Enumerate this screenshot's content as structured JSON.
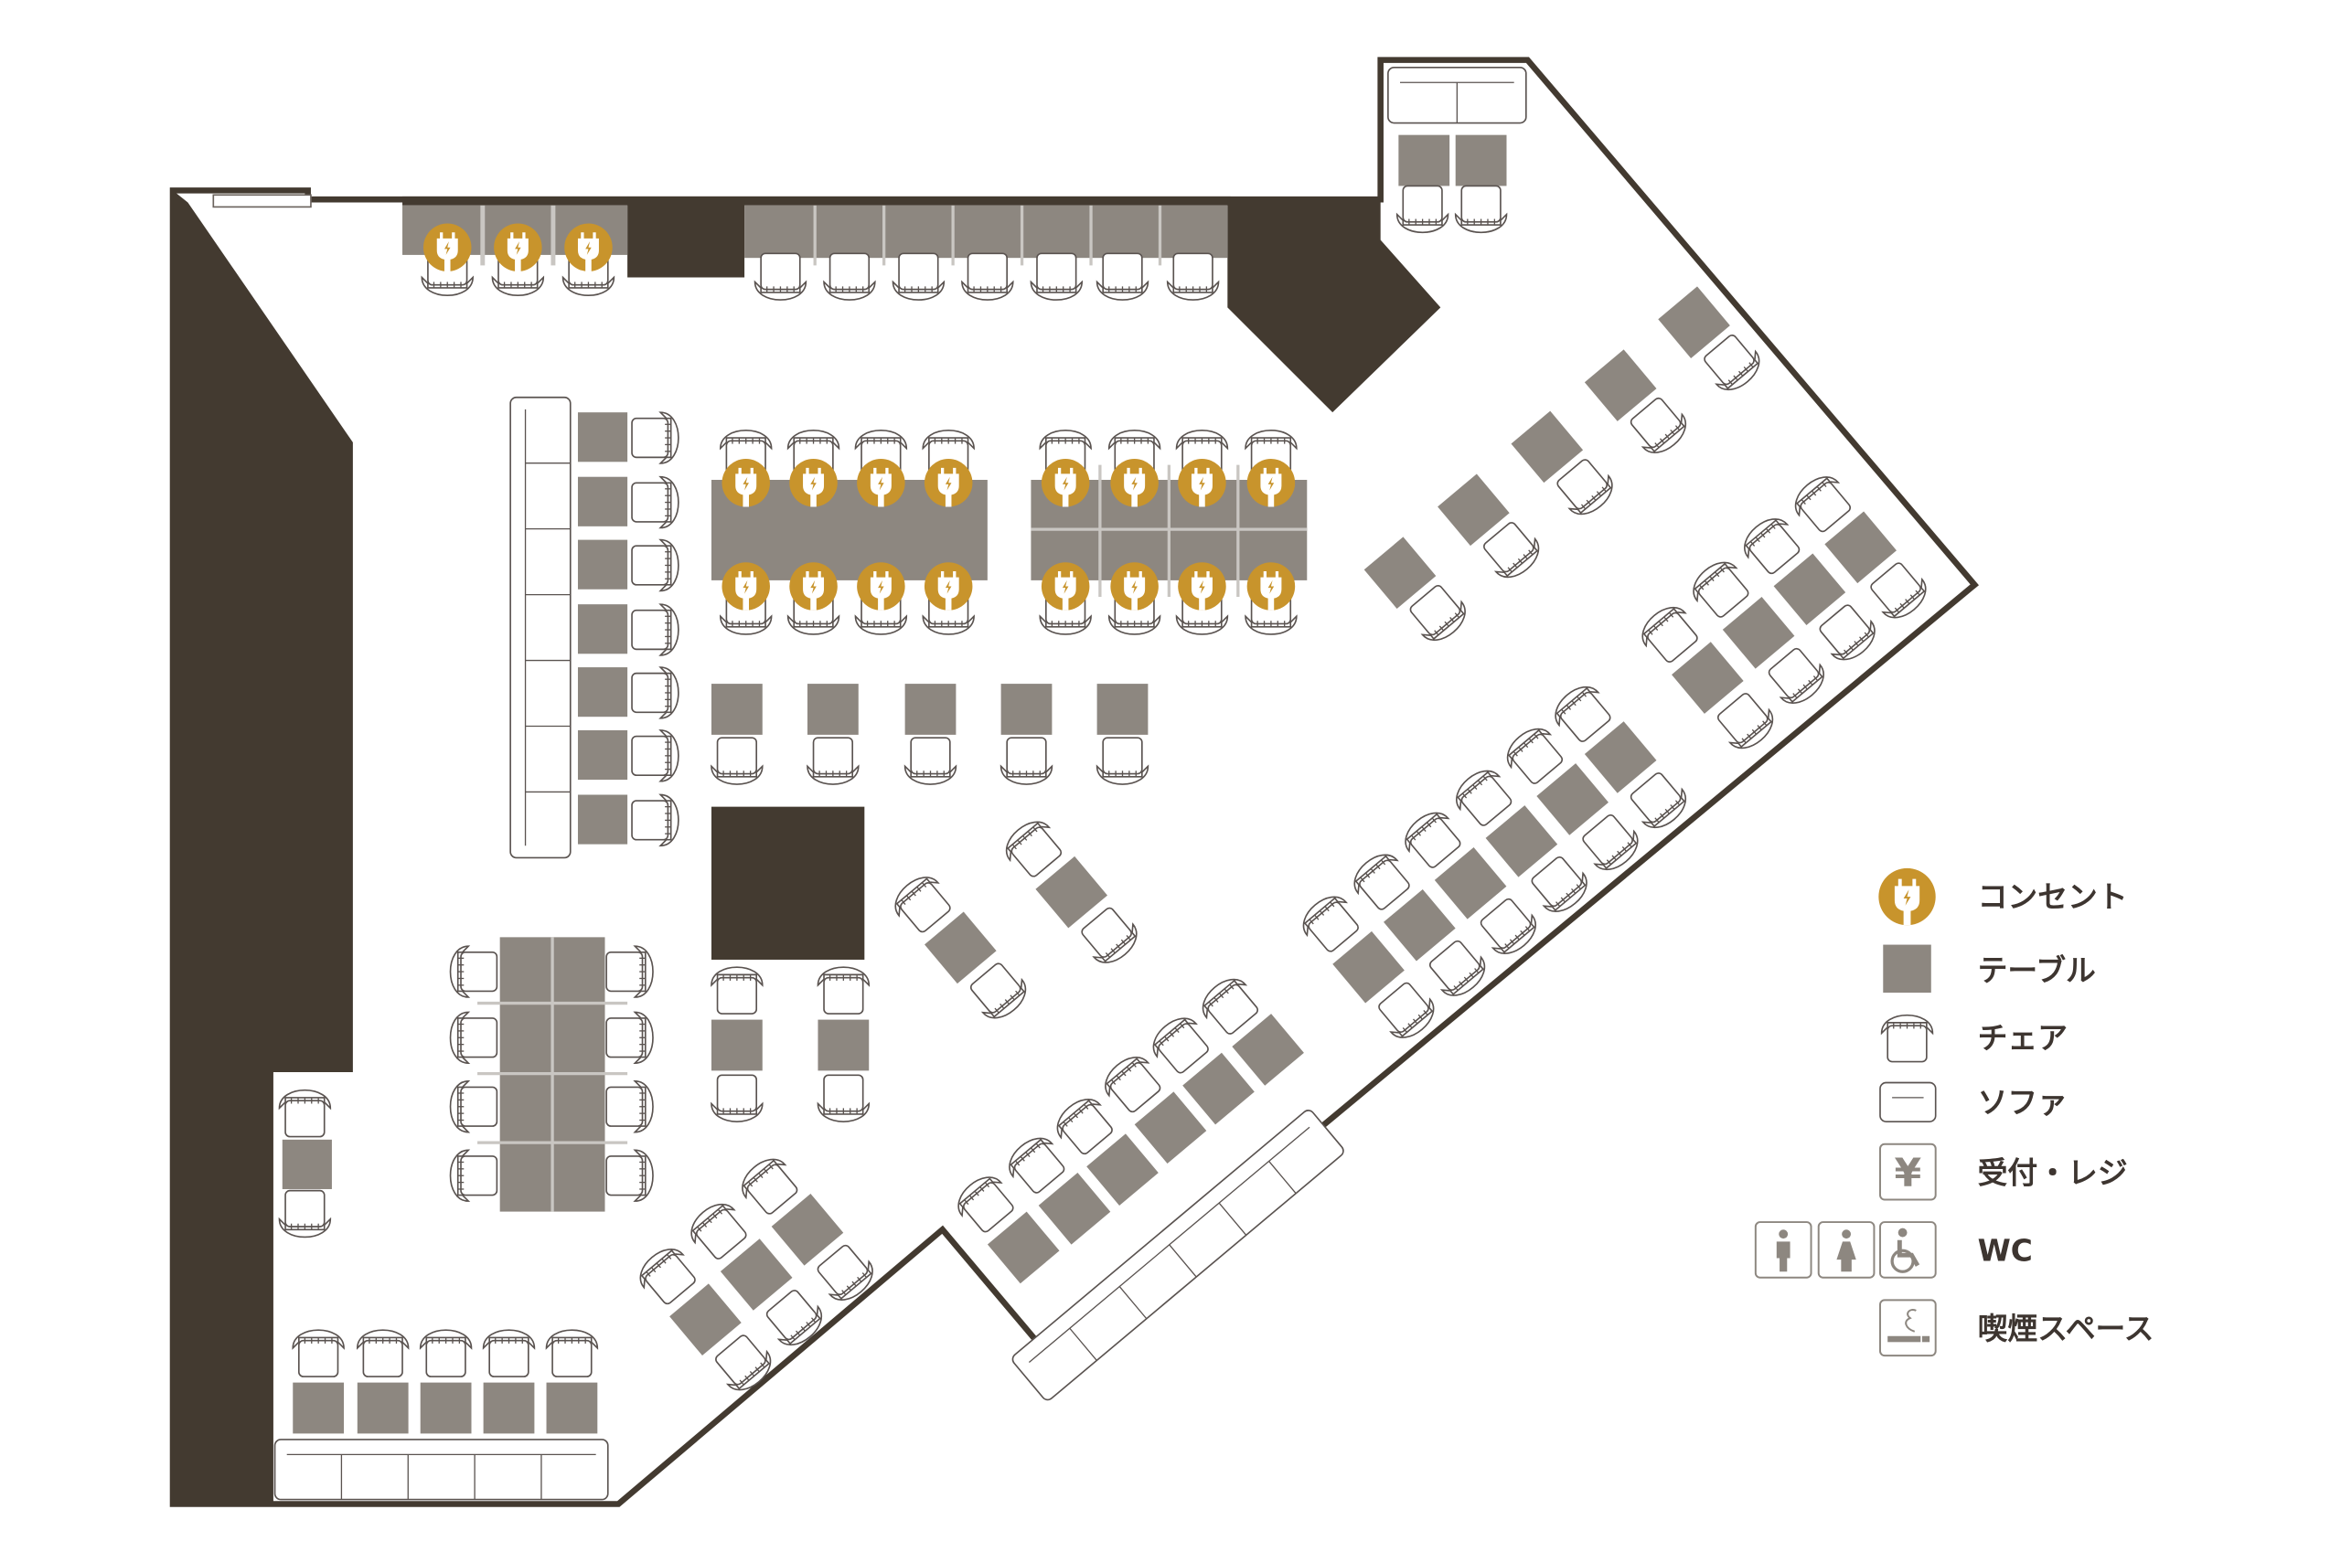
{
  "colors": {
    "wall": "#433a30",
    "table": "#8d8780",
    "outlet": "#c8942c",
    "line": "#5a5350"
  },
  "legend": {
    "outlet": "コンセント",
    "table": "テーブル",
    "chair": "チェア",
    "sofa": "ソファ",
    "reception": "受付・レジ",
    "reception_symbol": "¥",
    "wc": "WC",
    "smoking": "喫煙スペース"
  }
}
